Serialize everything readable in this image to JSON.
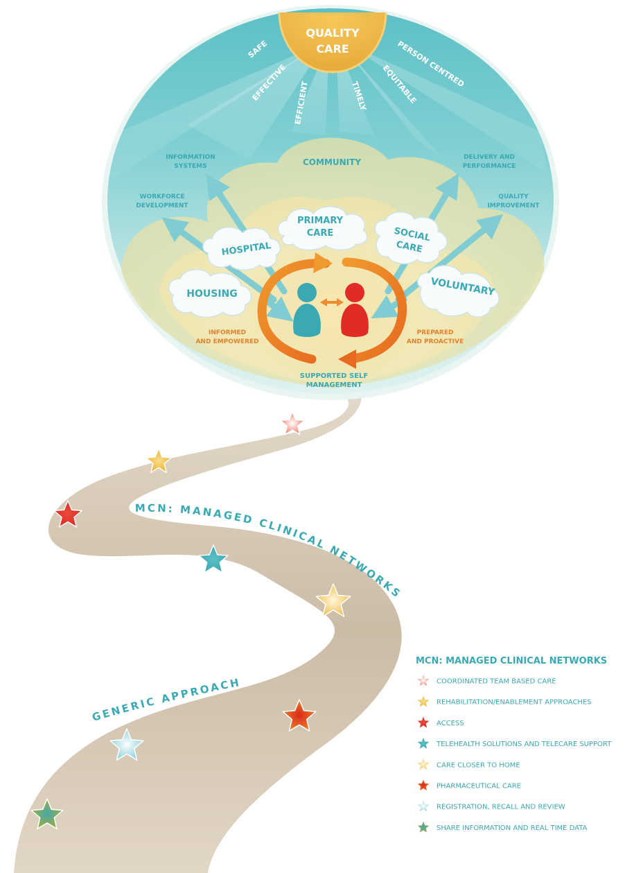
{
  "quality": {
    "line1": "QUALITY",
    "line2": "CARE"
  },
  "rays": {
    "safe": "SAFE",
    "effective": "EFFECTIVE",
    "efficient": "EFFICIENT",
    "timely": "TIMELY",
    "equitable": "EQUITABLE",
    "person_centred": "PERSON CENTRED"
  },
  "outer_labels": {
    "info_1": "INFORMATION",
    "info_2": "SYSTEMS",
    "delivery_1": "DELIVERY AND",
    "delivery_2": "PERFORMANCE",
    "workforce_1": "WORKFORCE",
    "workforce_2": "DEVELOPMENT",
    "quality_1": "QUALITY",
    "quality_2": "IMPROVEMENT",
    "community": "COMMUNITY"
  },
  "clouds": {
    "primary_1": "PRIMARY",
    "primary_2": "CARE",
    "hospital": "HOSPITAL",
    "social_1": "SOCIAL",
    "social_2": "CARE",
    "housing": "HOUSING",
    "voluntary": "VOLUNTARY"
  },
  "center": {
    "informed_1": "INFORMED",
    "informed_2": "AND EMPOWERED",
    "prepared_1": "PREPARED",
    "prepared_2": "AND PROACTIVE",
    "ssm_1": "SUPPORTED SELF",
    "ssm_2": "MANAGEMENT"
  },
  "path": {
    "mcn_label": "MCN: MANAGED CLINICAL NETWORKS",
    "generic_label": "GENERIC APPROACH"
  },
  "legend": {
    "title": "MCN: MANAGED CLINICAL NETWORKS",
    "items": [
      {
        "label": "COORDINATED TEAM BASED CARE",
        "color": "#f08070",
        "glow": "#ffffff"
      },
      {
        "label": "REHABILITATION/ENABLEMENT APPROACHES",
        "color": "#f0b432",
        "glow": "#f8dc8c"
      },
      {
        "label": "ACCESS",
        "color": "#e02b26",
        "glow": "#e84a3a"
      },
      {
        "label": "TELEHEALTH SOLUTIONS AND TELECARE SUPPORT",
        "color": "#3aa9b3",
        "glow": "#5cc0c8"
      },
      {
        "label": "CARE CLOSER TO HOME",
        "color": "#f2c45a",
        "glow": "#fff6dc"
      },
      {
        "label": "PHARMACEUTICAL CARE",
        "color": "#ee7a22",
        "glow": "#d92b1e"
      },
      {
        "label": "REGISTRATION, RECALL AND REVIEW",
        "color": "#8fd3dc",
        "glow": "#ffffff"
      },
      {
        "label": "SHARE INFORMATION AND REAL TIME DATA",
        "color": "#9bb040",
        "glow": "#4aa6a8"
      }
    ]
  },
  "colors": {
    "teal": "#3aa9b3",
    "orange": "#e8802c",
    "red": "#e02b26",
    "road": "#d9cdbd"
  }
}
